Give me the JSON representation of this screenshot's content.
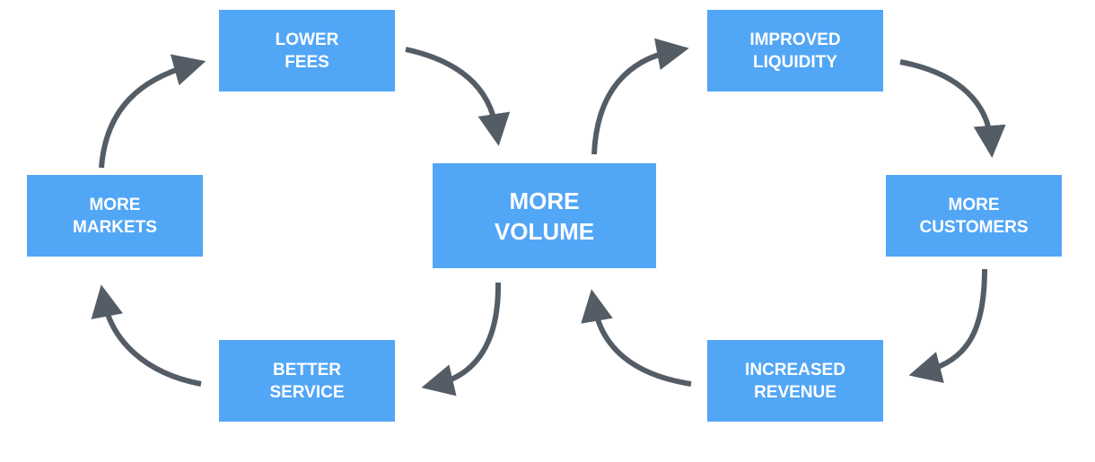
{
  "colors": {
    "node_fill": "#52a6f6",
    "node_text": "#ffffff",
    "arrow": "#545d66",
    "background": "#ffffff"
  },
  "nodes": {
    "lower_fees": "LOWER\nFEES",
    "improved_liquidity": "IMPROVED\nLIQUIDITY",
    "more_markets": "MORE\nMARKETS",
    "more_volume": "MORE\nVOLUME",
    "more_customers": "MORE\nCUSTOMERS",
    "better_service": "BETTER\nSERVICE",
    "increased_revenue": "INCREASED\nREVENUE"
  },
  "edges": [
    {
      "from": "more_markets",
      "to": "lower_fees"
    },
    {
      "from": "lower_fees",
      "to": "more_volume"
    },
    {
      "from": "more_volume",
      "to": "better_service"
    },
    {
      "from": "better_service",
      "to": "more_markets"
    },
    {
      "from": "more_volume",
      "to": "improved_liquidity"
    },
    {
      "from": "improved_liquidity",
      "to": "more_customers"
    },
    {
      "from": "more_customers",
      "to": "increased_revenue"
    },
    {
      "from": "increased_revenue",
      "to": "more_volume"
    }
  ]
}
